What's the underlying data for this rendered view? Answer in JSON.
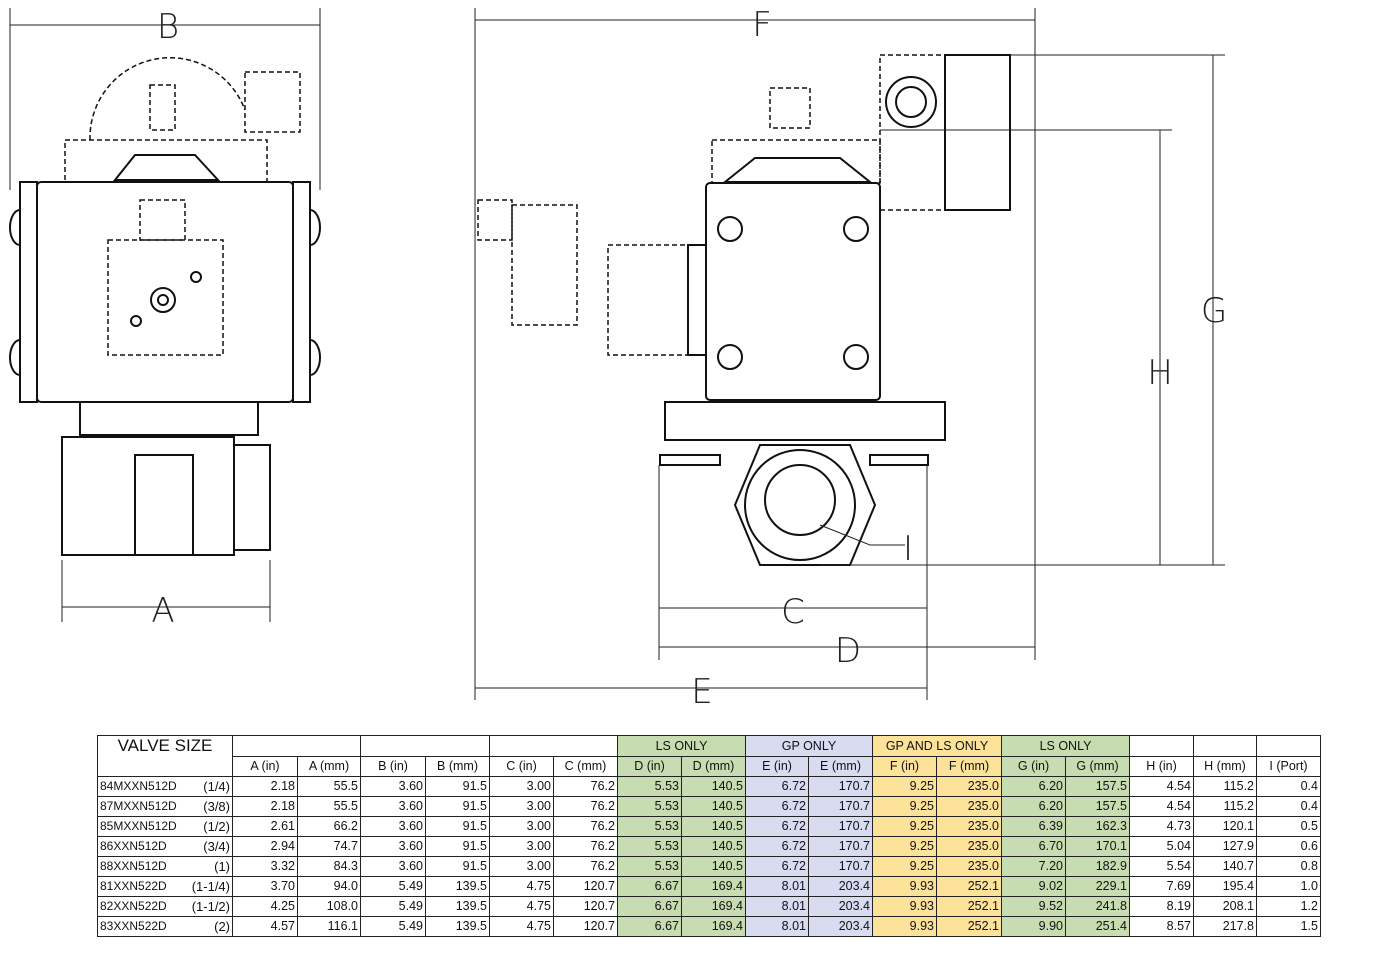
{
  "labels": {
    "A": "A",
    "B": "B",
    "C": "C",
    "D": "D",
    "E": "E",
    "F": "F",
    "G": "G",
    "H": "H",
    "I": "I"
  },
  "table": {
    "title": "VALVE SIZE",
    "group_headers": [
      "",
      "",
      "",
      "LS ONLY",
      "GP ONLY",
      "GP AND LS ONLY",
      "LS ONLY",
      "",
      "",
      ""
    ],
    "columns": [
      "A (in)",
      "A (mm)",
      "B (in)",
      "B (mm)",
      "C (in)",
      "C (mm)",
      "D (in)",
      "D (mm)",
      "E (in)",
      "E (mm)",
      "F (in)",
      "F (mm)",
      "G (in)",
      "G (mm)",
      "H (in)",
      "H (mm)",
      "I (Port)"
    ],
    "colors": {
      "green": "#c8dcb2",
      "blue": "#d9dcf1",
      "yellow": "#fde29a"
    },
    "rows": [
      {
        "model": "84MXXN512D",
        "size": "(1/4)",
        "values": [
          "2.18",
          "55.5",
          "3.60",
          "91.5",
          "3.00",
          "76.2",
          "5.53",
          "140.5",
          "6.72",
          "170.7",
          "9.25",
          "235.0",
          "6.20",
          "157.5",
          "4.54",
          "115.2",
          "0.4"
        ]
      },
      {
        "model": "87MXXN512D",
        "size": "(3/8)",
        "values": [
          "2.18",
          "55.5",
          "3.60",
          "91.5",
          "3.00",
          "76.2",
          "5.53",
          "140.5",
          "6.72",
          "170.7",
          "9.25",
          "235.0",
          "6.20",
          "157.5",
          "4.54",
          "115.2",
          "0.4"
        ]
      },
      {
        "model": "85MXXN512D",
        "size": "(1/2)",
        "values": [
          "2.61",
          "66.2",
          "3.60",
          "91.5",
          "3.00",
          "76.2",
          "5.53",
          "140.5",
          "6.72",
          "170.7",
          "9.25",
          "235.0",
          "6.39",
          "162.3",
          "4.73",
          "120.1",
          "0.5"
        ]
      },
      {
        "model": "86XXN512D",
        "size": "(3/4)",
        "values": [
          "2.94",
          "74.7",
          "3.60",
          "91.5",
          "3.00",
          "76.2",
          "5.53",
          "140.5",
          "6.72",
          "170.7",
          "9.25",
          "235.0",
          "6.70",
          "170.1",
          "5.04",
          "127.9",
          "0.6"
        ]
      },
      {
        "model": "88XXN512D",
        "size": "(1)",
        "values": [
          "3.32",
          "84.3",
          "3.60",
          "91.5",
          "3.00",
          "76.2",
          "5.53",
          "140.5",
          "6.72",
          "170.7",
          "9.25",
          "235.0",
          "7.20",
          "182.9",
          "5.54",
          "140.7",
          "0.8"
        ]
      },
      {
        "model": "81XXN522D",
        "size": "(1-1/4)",
        "values": [
          "3.70",
          "94.0",
          "5.49",
          "139.5",
          "4.75",
          "120.7",
          "6.67",
          "169.4",
          "8.01",
          "203.4",
          "9.93",
          "252.1",
          "9.02",
          "229.1",
          "7.69",
          "195.4",
          "1.0"
        ]
      },
      {
        "model": "82XXN522D",
        "size": "(1-1/2)",
        "values": [
          "4.25",
          "108.0",
          "5.49",
          "139.5",
          "4.75",
          "120.7",
          "6.67",
          "169.4",
          "8.01",
          "203.4",
          "9.93",
          "252.1",
          "9.52",
          "241.8",
          "8.19",
          "208.1",
          "1.2"
        ]
      },
      {
        "model": "83XXN522D",
        "size": "(2)",
        "values": [
          "4.57",
          "116.1",
          "5.49",
          "139.5",
          "4.75",
          "120.7",
          "6.67",
          "169.4",
          "8.01",
          "203.4",
          "9.93",
          "252.1",
          "9.90",
          "251.4",
          "8.57",
          "217.8",
          "1.5"
        ]
      }
    ]
  }
}
